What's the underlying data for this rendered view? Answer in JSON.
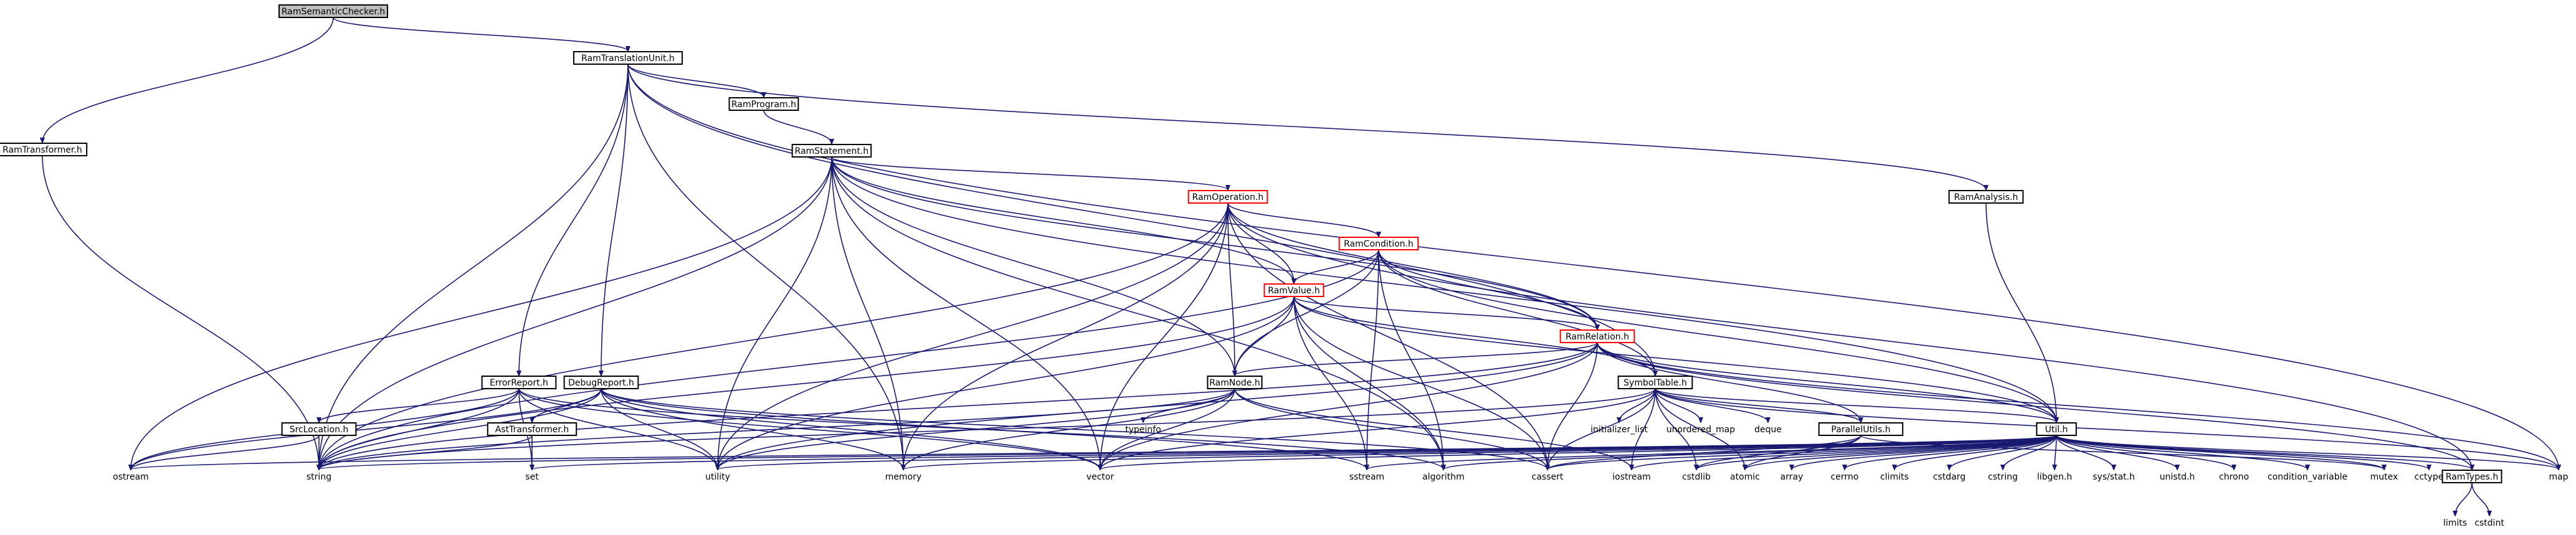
{
  "diagram": {
    "root": "RamSemanticChecker.h",
    "colors": {
      "edge": "#191970",
      "root_fill": "#bfbfbf",
      "node_border": "#000000",
      "truncated_border": "#ff0000",
      "text": "#000000"
    },
    "nodes": [
      {
        "id": "sem",
        "label": "RamSemanticChecker.h",
        "kind": "root"
      },
      {
        "id": "tu",
        "label": "RamTranslationUnit.h",
        "kind": "normal"
      },
      {
        "id": "tr",
        "label": "RamTransformer.h",
        "kind": "normal"
      },
      {
        "id": "prog",
        "label": "RamProgram.h",
        "kind": "normal"
      },
      {
        "id": "stmt",
        "label": "RamStatement.h",
        "kind": "normal"
      },
      {
        "id": "ana",
        "label": "RamAnalysis.h",
        "kind": "normal"
      },
      {
        "id": "op",
        "label": "RamOperation.h",
        "kind": "truncated"
      },
      {
        "id": "cond",
        "label": "RamCondition.h",
        "kind": "truncated"
      },
      {
        "id": "val",
        "label": "RamValue.h",
        "kind": "truncated"
      },
      {
        "id": "rel",
        "label": "RamRelation.h",
        "kind": "truncated"
      },
      {
        "id": "err",
        "label": "ErrorReport.h",
        "kind": "normal"
      },
      {
        "id": "dbg",
        "label": "DebugReport.h",
        "kind": "normal"
      },
      {
        "id": "node",
        "label": "RamNode.h",
        "kind": "normal"
      },
      {
        "id": "sym",
        "label": "SymbolTable.h",
        "kind": "normal"
      },
      {
        "id": "src",
        "label": "SrcLocation.h",
        "kind": "normal"
      },
      {
        "id": "ast",
        "label": "AstTransformer.h",
        "kind": "normal"
      },
      {
        "id": "par",
        "label": "ParallelUtils.h",
        "kind": "normal"
      },
      {
        "id": "util",
        "label": "Util.h",
        "kind": "normal"
      },
      {
        "id": "types",
        "label": "RamTypes.h",
        "kind": "normal"
      },
      {
        "id": "typeinfo",
        "label": "typeinfo",
        "kind": "system"
      },
      {
        "id": "initlist",
        "label": "initializer_list",
        "kind": "system"
      },
      {
        "id": "umap",
        "label": "unordered_map",
        "kind": "system"
      },
      {
        "id": "deque",
        "label": "deque",
        "kind": "system"
      },
      {
        "id": "ostream",
        "label": "ostream",
        "kind": "system"
      },
      {
        "id": "string",
        "label": "string",
        "kind": "system"
      },
      {
        "id": "set",
        "label": "set",
        "kind": "system"
      },
      {
        "id": "utility",
        "label": "utility",
        "kind": "system"
      },
      {
        "id": "memory",
        "label": "memory",
        "kind": "system"
      },
      {
        "id": "vector",
        "label": "vector",
        "kind": "system"
      },
      {
        "id": "sstream",
        "label": "sstream",
        "kind": "system"
      },
      {
        "id": "algorithm",
        "label": "algorithm",
        "kind": "system"
      },
      {
        "id": "cassert",
        "label": "cassert",
        "kind": "system"
      },
      {
        "id": "iostream",
        "label": "iostream",
        "kind": "system"
      },
      {
        "id": "cstdlib",
        "label": "cstdlib",
        "kind": "system"
      },
      {
        "id": "atomic",
        "label": "atomic",
        "kind": "system"
      },
      {
        "id": "array",
        "label": "array",
        "kind": "system"
      },
      {
        "id": "cerrno",
        "label": "cerrno",
        "kind": "system"
      },
      {
        "id": "climits",
        "label": "climits",
        "kind": "system"
      },
      {
        "id": "cstdarg",
        "label": "cstdarg",
        "kind": "system"
      },
      {
        "id": "cstring",
        "label": "cstring",
        "kind": "system"
      },
      {
        "id": "libgen",
        "label": "libgen.h",
        "kind": "system"
      },
      {
        "id": "sysstat",
        "label": "sys/stat.h",
        "kind": "system"
      },
      {
        "id": "unistd",
        "label": "unistd.h",
        "kind": "system"
      },
      {
        "id": "chrono",
        "label": "chrono",
        "kind": "system"
      },
      {
        "id": "condvar",
        "label": "condition_variable",
        "kind": "system"
      },
      {
        "id": "mutex",
        "label": "mutex",
        "kind": "system"
      },
      {
        "id": "cctype",
        "label": "cctype",
        "kind": "system"
      },
      {
        "id": "map",
        "label": "map",
        "kind": "system"
      },
      {
        "id": "limits",
        "label": "limits",
        "kind": "system"
      },
      {
        "id": "cstdint",
        "label": "cstdint",
        "kind": "system"
      }
    ],
    "edges": [
      [
        "sem",
        "tu"
      ],
      [
        "sem",
        "tr"
      ],
      [
        "tr",
        "string"
      ],
      [
        "tu",
        "prog"
      ],
      [
        "tu",
        "err"
      ],
      [
        "tu",
        "dbg"
      ],
      [
        "tu",
        "ana"
      ],
      [
        "tu",
        "sym"
      ],
      [
        "tu",
        "string"
      ],
      [
        "tu",
        "memory"
      ],
      [
        "tu",
        "map"
      ],
      [
        "prog",
        "stmt"
      ],
      [
        "stmt",
        "op"
      ],
      [
        "stmt",
        "val"
      ],
      [
        "stmt",
        "rel"
      ],
      [
        "stmt",
        "node"
      ],
      [
        "stmt",
        "util"
      ],
      [
        "stmt",
        "ostream"
      ],
      [
        "stmt",
        "string"
      ],
      [
        "stmt",
        "utility"
      ],
      [
        "stmt",
        "memory"
      ],
      [
        "stmt",
        "vector"
      ],
      [
        "stmt",
        "algorithm"
      ],
      [
        "op",
        "cond"
      ],
      [
        "op",
        "val"
      ],
      [
        "op",
        "rel"
      ],
      [
        "op",
        "node"
      ],
      [
        "op",
        "string"
      ],
      [
        "op",
        "utility"
      ],
      [
        "op",
        "memory"
      ],
      [
        "op",
        "vector"
      ],
      [
        "op",
        "cassert"
      ],
      [
        "op",
        "types"
      ],
      [
        "cond",
        "val"
      ],
      [
        "cond",
        "rel"
      ],
      [
        "cond",
        "node"
      ],
      [
        "cond",
        "sym"
      ],
      [
        "cond",
        "util"
      ],
      [
        "cond",
        "string"
      ],
      [
        "cond",
        "sstream"
      ],
      [
        "cond",
        "algorithm"
      ],
      [
        "val",
        "rel"
      ],
      [
        "val",
        "node"
      ],
      [
        "val",
        "sym"
      ],
      [
        "val",
        "util"
      ],
      [
        "val",
        "string"
      ],
      [
        "val",
        "utility"
      ],
      [
        "val",
        "sstream"
      ],
      [
        "val",
        "algorithm"
      ],
      [
        "val",
        "cassert"
      ],
      [
        "rel",
        "node"
      ],
      [
        "rel",
        "sym"
      ],
      [
        "rel",
        "par"
      ],
      [
        "rel",
        "util"
      ],
      [
        "rel",
        "types"
      ],
      [
        "rel",
        "string"
      ],
      [
        "rel",
        "utility"
      ],
      [
        "rel",
        "vector"
      ],
      [
        "rel",
        "cassert"
      ],
      [
        "rel",
        "map"
      ],
      [
        "err",
        "src"
      ],
      [
        "err",
        "string"
      ],
      [
        "err",
        "ostream"
      ],
      [
        "err",
        "set"
      ],
      [
        "err",
        "utility"
      ],
      [
        "err",
        "vector"
      ],
      [
        "err",
        "algorithm"
      ],
      [
        "dbg",
        "ast"
      ],
      [
        "dbg",
        "string"
      ],
      [
        "dbg",
        "ostream"
      ],
      [
        "dbg",
        "utility"
      ],
      [
        "dbg",
        "memory"
      ],
      [
        "dbg",
        "vector"
      ],
      [
        "dbg",
        "sstream"
      ],
      [
        "dbg",
        "cassert"
      ],
      [
        "src",
        "string"
      ],
      [
        "src",
        "ostream"
      ],
      [
        "ast",
        "string"
      ],
      [
        "ast",
        "set"
      ],
      [
        "node",
        "typeinfo"
      ],
      [
        "node",
        "string"
      ],
      [
        "node",
        "utility"
      ],
      [
        "node",
        "memory"
      ],
      [
        "node",
        "vector"
      ],
      [
        "node",
        "cassert"
      ],
      [
        "node",
        "iostream"
      ],
      [
        "sym",
        "initlist"
      ],
      [
        "sym",
        "umap"
      ],
      [
        "sym",
        "deque"
      ],
      [
        "sym",
        "par"
      ],
      [
        "sym",
        "util"
      ],
      [
        "sym",
        "string"
      ],
      [
        "sym",
        "cassert"
      ],
      [
        "sym",
        "iostream"
      ],
      [
        "sym",
        "cstdlib"
      ],
      [
        "sym",
        "atomic"
      ],
      [
        "sym",
        "vector"
      ],
      [
        "sym",
        "map"
      ],
      [
        "par",
        "cstdlib"
      ],
      [
        "par",
        "atomic"
      ],
      [
        "par",
        "mutex"
      ],
      [
        "par",
        "cassert"
      ],
      [
        "util",
        "ostream"
      ],
      [
        "util",
        "string"
      ],
      [
        "util",
        "set"
      ],
      [
        "util",
        "utility"
      ],
      [
        "util",
        "memory"
      ],
      [
        "util",
        "vector"
      ],
      [
        "util",
        "sstream"
      ],
      [
        "util",
        "algorithm"
      ],
      [
        "util",
        "cassert"
      ],
      [
        "util",
        "iostream"
      ],
      [
        "util",
        "cstdlib"
      ],
      [
        "util",
        "atomic"
      ],
      [
        "util",
        "array"
      ],
      [
        "util",
        "cerrno"
      ],
      [
        "util",
        "climits"
      ],
      [
        "util",
        "cstdarg"
      ],
      [
        "util",
        "cstring"
      ],
      [
        "util",
        "libgen"
      ],
      [
        "util",
        "sysstat"
      ],
      [
        "util",
        "unistd"
      ],
      [
        "util",
        "chrono"
      ],
      [
        "util",
        "condvar"
      ],
      [
        "util",
        "mutex"
      ],
      [
        "util",
        "cctype"
      ],
      [
        "util",
        "types"
      ],
      [
        "util",
        "map"
      ],
      [
        "types",
        "limits"
      ],
      [
        "types",
        "cstdint"
      ],
      [
        "ana",
        "util"
      ]
    ]
  }
}
